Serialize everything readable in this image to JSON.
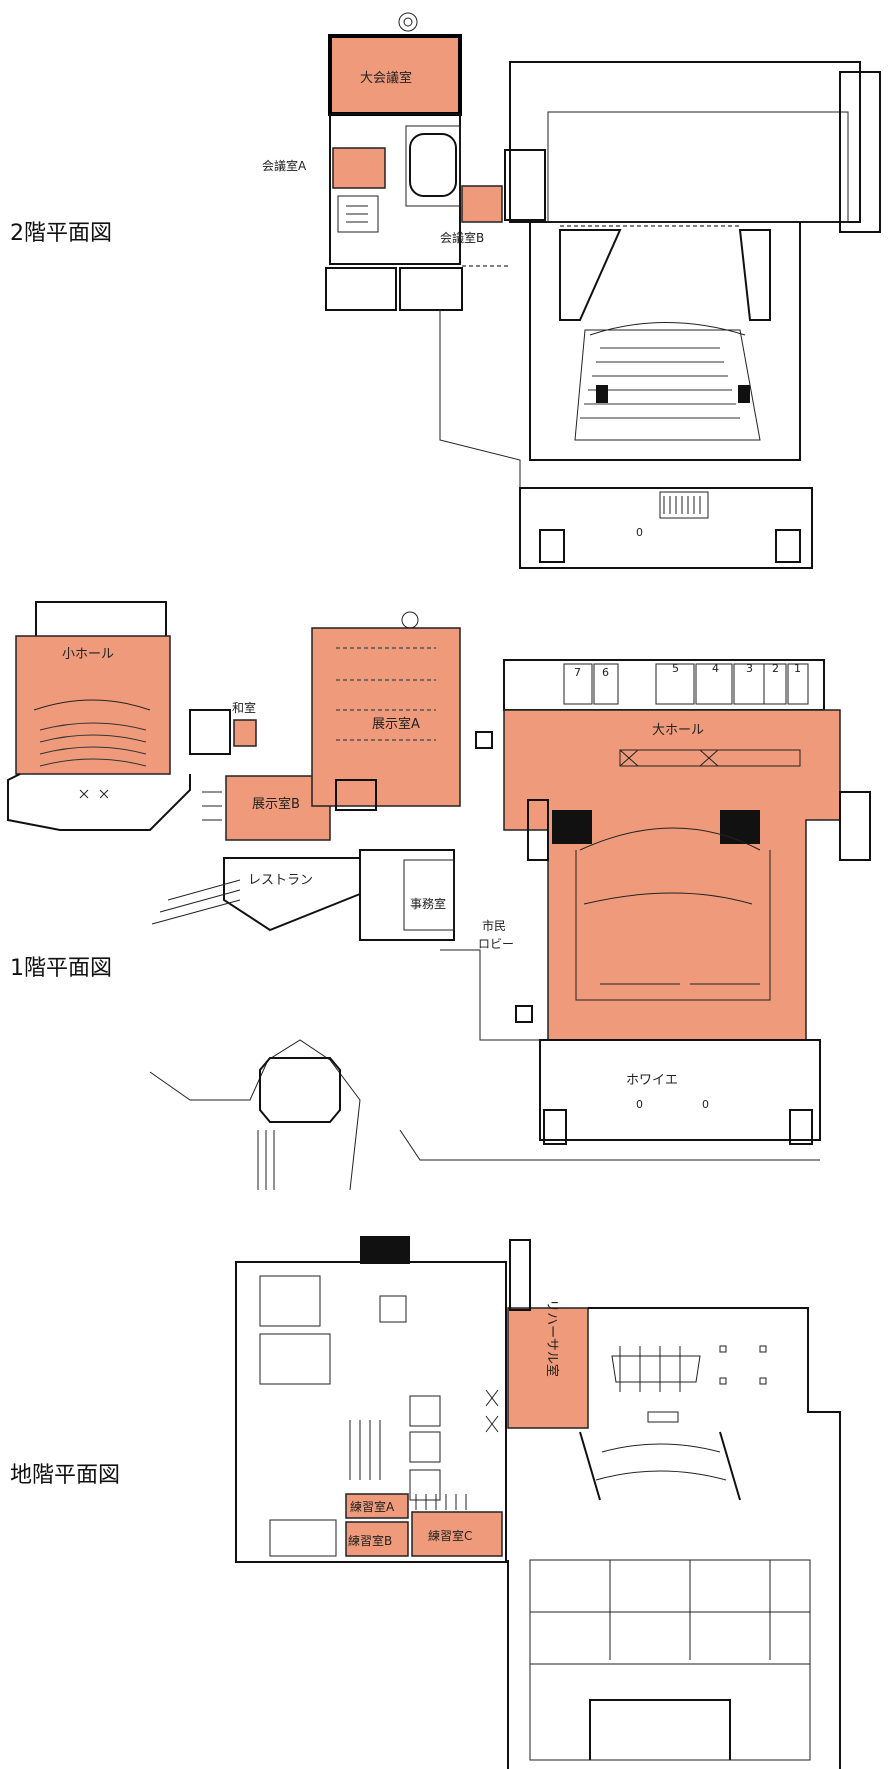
{
  "colors": {
    "room_fill": "#ef9b7b",
    "wall": "#111111",
    "background": "#ffffff"
  },
  "floors": {
    "second": {
      "title": "2階平面図",
      "rooms": {
        "large_meeting": "大会議室",
        "meeting_a": "会議室A",
        "meeting_b": "会議室B"
      }
    },
    "first": {
      "title": "1階平面図",
      "rooms": {
        "small_hall": "小ホール",
        "japanese_room": "和室",
        "exhibit_a": "展示室A",
        "exhibit_b": "展示室B",
        "restaurant": "レストラン",
        "office": "事務室",
        "lobby_1": "市民",
        "lobby_2": "ロビー",
        "large_hall": "大ホール",
        "foyer": "ホワイエ"
      },
      "dressing_rooms": [
        "7",
        "6",
        "5",
        "4",
        "3",
        "2",
        "1"
      ]
    },
    "basement": {
      "title": "地階平面図",
      "rooms": {
        "rehearsal": "リハーサル室",
        "practice_a": "練習室A",
        "practice_b": "練習室B",
        "practice_c": "練習室C"
      }
    }
  }
}
